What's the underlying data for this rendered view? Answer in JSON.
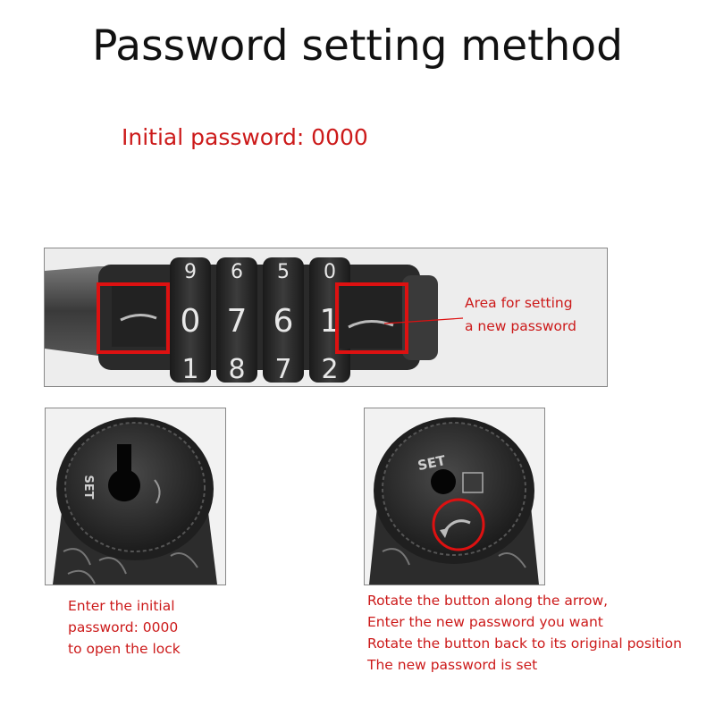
{
  "title": "Password setting method",
  "initial_password_line": "Initial password: 0000",
  "top_image": {
    "dial_numbers": {
      "top_row": [
        "9",
        "6",
        "5",
        "0"
      ],
      "middle_row": [
        "0",
        "7",
        "6",
        "1"
      ],
      "bottom_row": [
        "1",
        "8",
        "7",
        "2"
      ]
    },
    "callout": [
      "Area for setting",
      "a new password"
    ]
  },
  "left_image": {
    "knob_label": "SET"
  },
  "right_image": {
    "knob_label": "SET"
  },
  "left_caption": [
    "Enter the initial",
    "password: 0000",
    "to open the lock"
  ],
  "right_caption": [
    "Rotate the button along the arrow,",
    "Enter the new password you want",
    "Rotate the button back to its original position",
    "The new password is set"
  ],
  "colors": {
    "highlight": "#dd1111",
    "text_red": "#cc1a1a",
    "lock_body": "#2e2e2e"
  }
}
